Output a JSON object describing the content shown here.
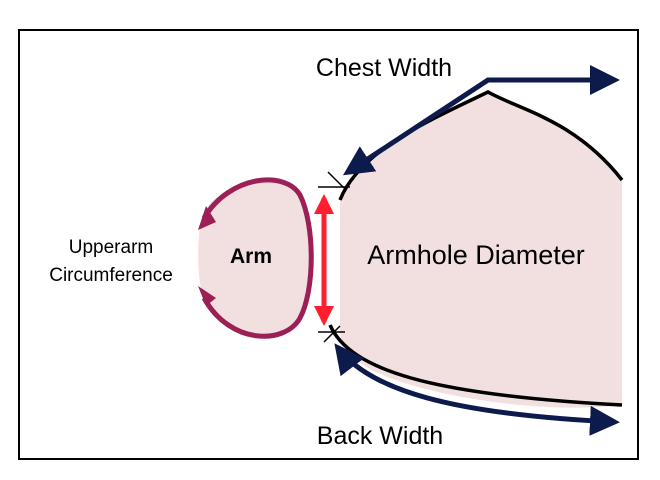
{
  "labels": {
    "chest_width": "Chest Width",
    "back_width": "Back Width",
    "armhole_diameter": "Armhole Diameter",
    "arm": "Arm",
    "upperarm_line1": "Upperarm",
    "upperarm_line2": "Circumference"
  },
  "colors": {
    "body_fill": "#f2dfe0",
    "outline": "#000000",
    "width_arrow": "#0c1a4c",
    "arm_outline": "#9c1f55",
    "armhole_arrow": "#ff1e2d",
    "frame": "#000000"
  }
}
